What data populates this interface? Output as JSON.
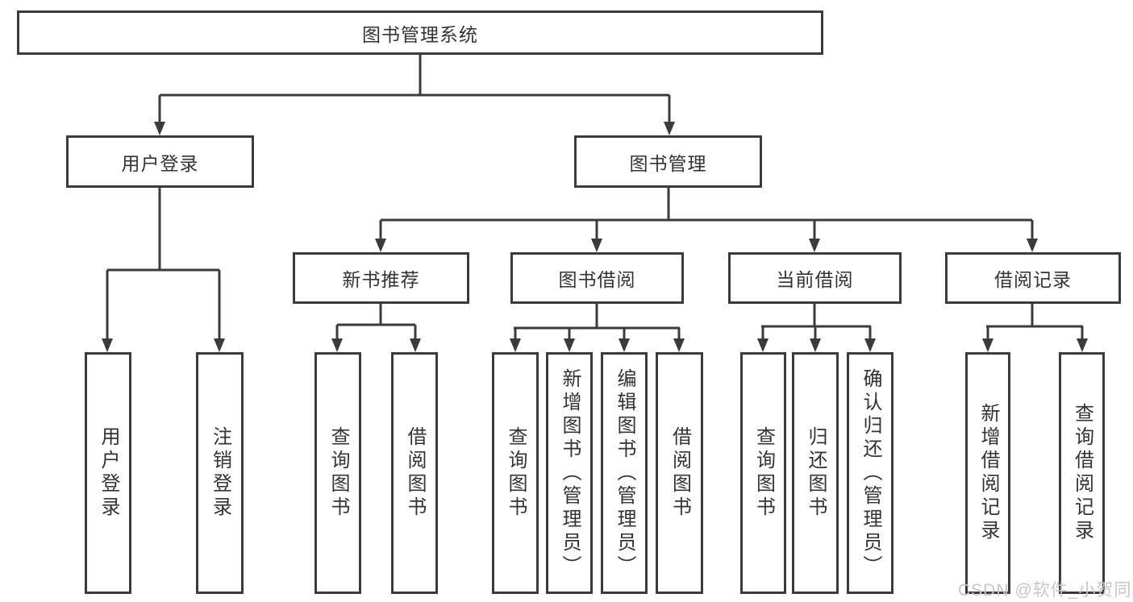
{
  "tree": {
    "label": "图书管理系统",
    "children": [
      {
        "label": "用户登录",
        "children": [
          {
            "label": "用户登录"
          },
          {
            "label": "注销登录"
          }
        ]
      },
      {
        "label": "图书管理",
        "children": [
          {
            "label": "新书推荐",
            "children": [
              {
                "label": "查询图书"
              },
              {
                "label": "借阅图书"
              }
            ]
          },
          {
            "label": "图书借阅",
            "children": [
              {
                "label": "查询图书"
              },
              {
                "label": "新增图书（管理员）"
              },
              {
                "label": "编辑图书（管理员）"
              },
              {
                "label": "借阅图书"
              }
            ]
          },
          {
            "label": "当前借阅",
            "children": [
              {
                "label": "查询图书"
              },
              {
                "label": "归还图书"
              },
              {
                "label": "确认归还（管理员）"
              }
            ]
          },
          {
            "label": "借阅记录",
            "children": [
              {
                "label": "新增借阅记录"
              },
              {
                "label": "查询借阅记录"
              }
            ]
          }
        ]
      }
    ]
  },
  "watermark": {
    "text": "CSDN @软件_小贺同学"
  },
  "colors": {
    "line": "#3b3b3b",
    "text": "#333333",
    "box_fill": "#ffffff",
    "background": "#ffffff",
    "watermark": "#c7c7c7"
  }
}
